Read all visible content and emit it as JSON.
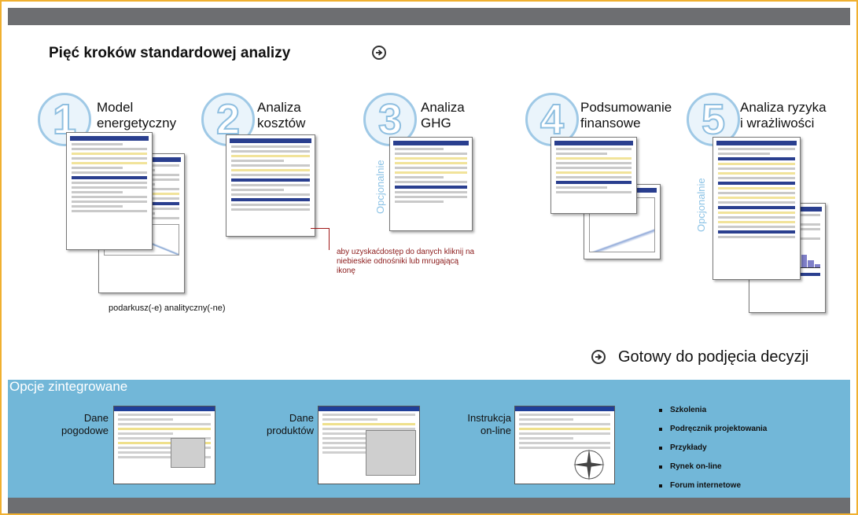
{
  "main_title": "Pięć kroków standardowej analizy",
  "steps": [
    {
      "number": "1",
      "label_line1": "Model",
      "label_line2": "energetyczny"
    },
    {
      "number": "2",
      "label_line1": "Analiza",
      "label_line2": "kosztów"
    },
    {
      "number": "3",
      "label_line1": "Analiza",
      "label_line2": "GHG"
    },
    {
      "number": "4",
      "label_line1": "Podsumowanie",
      "label_line2": "finansowe"
    },
    {
      "number": "5",
      "label_line1": "Analiza ryzyka",
      "label_line2": "i wrażliwości"
    }
  ],
  "optional_label": "Opcjonalnie",
  "subworksheet_caption": "podarkusz(-e) analityczny(-ne)",
  "access_note": "aby uzyskaćdostęp do danych kliknij na niebieskie odnośniki lub mrugającą ikonę",
  "ready_label": "Gotowy do podjęcia decyzji",
  "integrated": {
    "title": "Opcje zintegrowane",
    "items": [
      {
        "line1": "Dane",
        "line2": "pogodowe"
      },
      {
        "line1": "Dane",
        "line2": "produktów"
      },
      {
        "line1": "Instrukcja",
        "line2": "on-line"
      }
    ],
    "links": [
      "Szkolenia",
      "Podręcznik projektowania",
      "Przykłady",
      "Rynek on-line",
      "Forum internetowe"
    ]
  },
  "colors": {
    "frame_border": "#f0b030",
    "bars": "#6d6e71",
    "panel": "#72b7d8",
    "step_circle": "#9fc9e6",
    "note_text": "#8b1a1a"
  },
  "icons": {
    "title_arrow": "arrow-right-circle-icon",
    "ready_arrow": "arrow-right-circle-icon"
  }
}
